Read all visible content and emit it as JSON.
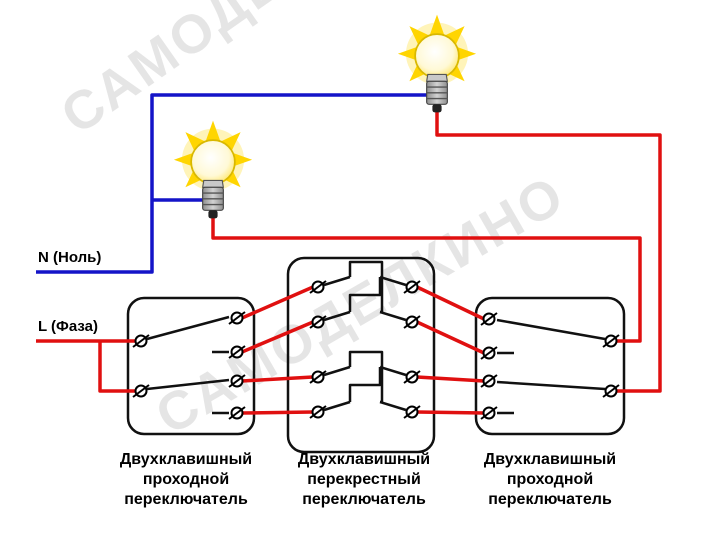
{
  "diagram": {
    "watermark": "САМОДЕЛКИНО",
    "labels": {
      "neutral": "N (Ноль)",
      "phase": "L (Фаза)"
    },
    "captions": [
      {
        "lines": [
          "Двухклавишный",
          "проходной",
          "переключатель"
        ]
      },
      {
        "lines": [
          "Двухклавишный",
          "перекрестный",
          "переключатель"
        ]
      },
      {
        "lines": [
          "Двухклавишный",
          "проходной",
          "переключатель"
        ]
      }
    ],
    "colors": {
      "neutral_wire": "#1414c8",
      "phase_wire": "#e01010",
      "outline": "#111111",
      "bulb_rays": "#ffd500",
      "bulb_glow": "#ffec8a",
      "bulb_base": "#a9a9a9",
      "watermark": "#cdcdcd"
    }
  }
}
